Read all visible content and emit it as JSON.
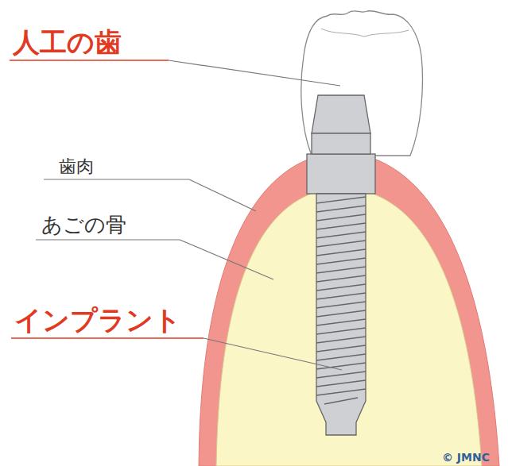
{
  "diagram": {
    "labels": [
      "人工の歯",
      "歯肉",
      "あごの骨",
      "インプラント",
      "© JMNC"
    ]
  }
}
